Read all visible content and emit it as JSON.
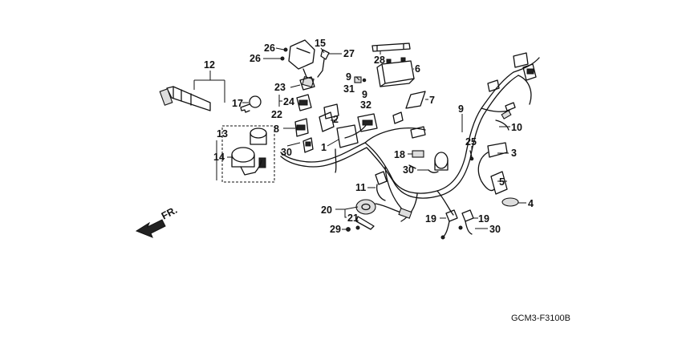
{
  "diagram": {
    "code": "GCM3-F3100B",
    "direction_label": "FR.",
    "callouts": [
      {
        "id": "c1",
        "text": "1"
      },
      {
        "id": "c2",
        "text": "2"
      },
      {
        "id": "c3",
        "text": "3"
      },
      {
        "id": "c4",
        "text": "4"
      },
      {
        "id": "c5",
        "text": "5"
      },
      {
        "id": "c6",
        "text": "6"
      },
      {
        "id": "c7",
        "text": "7"
      },
      {
        "id": "c8",
        "text": "8"
      },
      {
        "id": "c9a",
        "text": "9"
      },
      {
        "id": "c9b",
        "text": "9"
      },
      {
        "id": "c9c",
        "text": "9"
      },
      {
        "id": "c10",
        "text": "10"
      },
      {
        "id": "c11",
        "text": "11"
      },
      {
        "id": "c12",
        "text": "12"
      },
      {
        "id": "c13",
        "text": "13"
      },
      {
        "id": "c14",
        "text": "14"
      },
      {
        "id": "c15",
        "text": "15"
      },
      {
        "id": "c17",
        "text": "17"
      },
      {
        "id": "c18",
        "text": "18"
      },
      {
        "id": "c19a",
        "text": "19"
      },
      {
        "id": "c19b",
        "text": "19"
      },
      {
        "id": "c20",
        "text": "20"
      },
      {
        "id": "c21",
        "text": "21"
      },
      {
        "id": "c22",
        "text": "22"
      },
      {
        "id": "c23",
        "text": "23"
      },
      {
        "id": "c24",
        "text": "24"
      },
      {
        "id": "c25",
        "text": "25"
      },
      {
        "id": "c26a",
        "text": "26"
      },
      {
        "id": "c26b",
        "text": "26"
      },
      {
        "id": "c27",
        "text": "27"
      },
      {
        "id": "c28",
        "text": "28"
      },
      {
        "id": "c29",
        "text": "29"
      },
      {
        "id": "c30a",
        "text": "30"
      },
      {
        "id": "c30b",
        "text": "30"
      },
      {
        "id": "c30c",
        "text": "30"
      },
      {
        "id": "c31",
        "text": "31"
      },
      {
        "id": "c32",
        "text": "32"
      }
    ]
  }
}
